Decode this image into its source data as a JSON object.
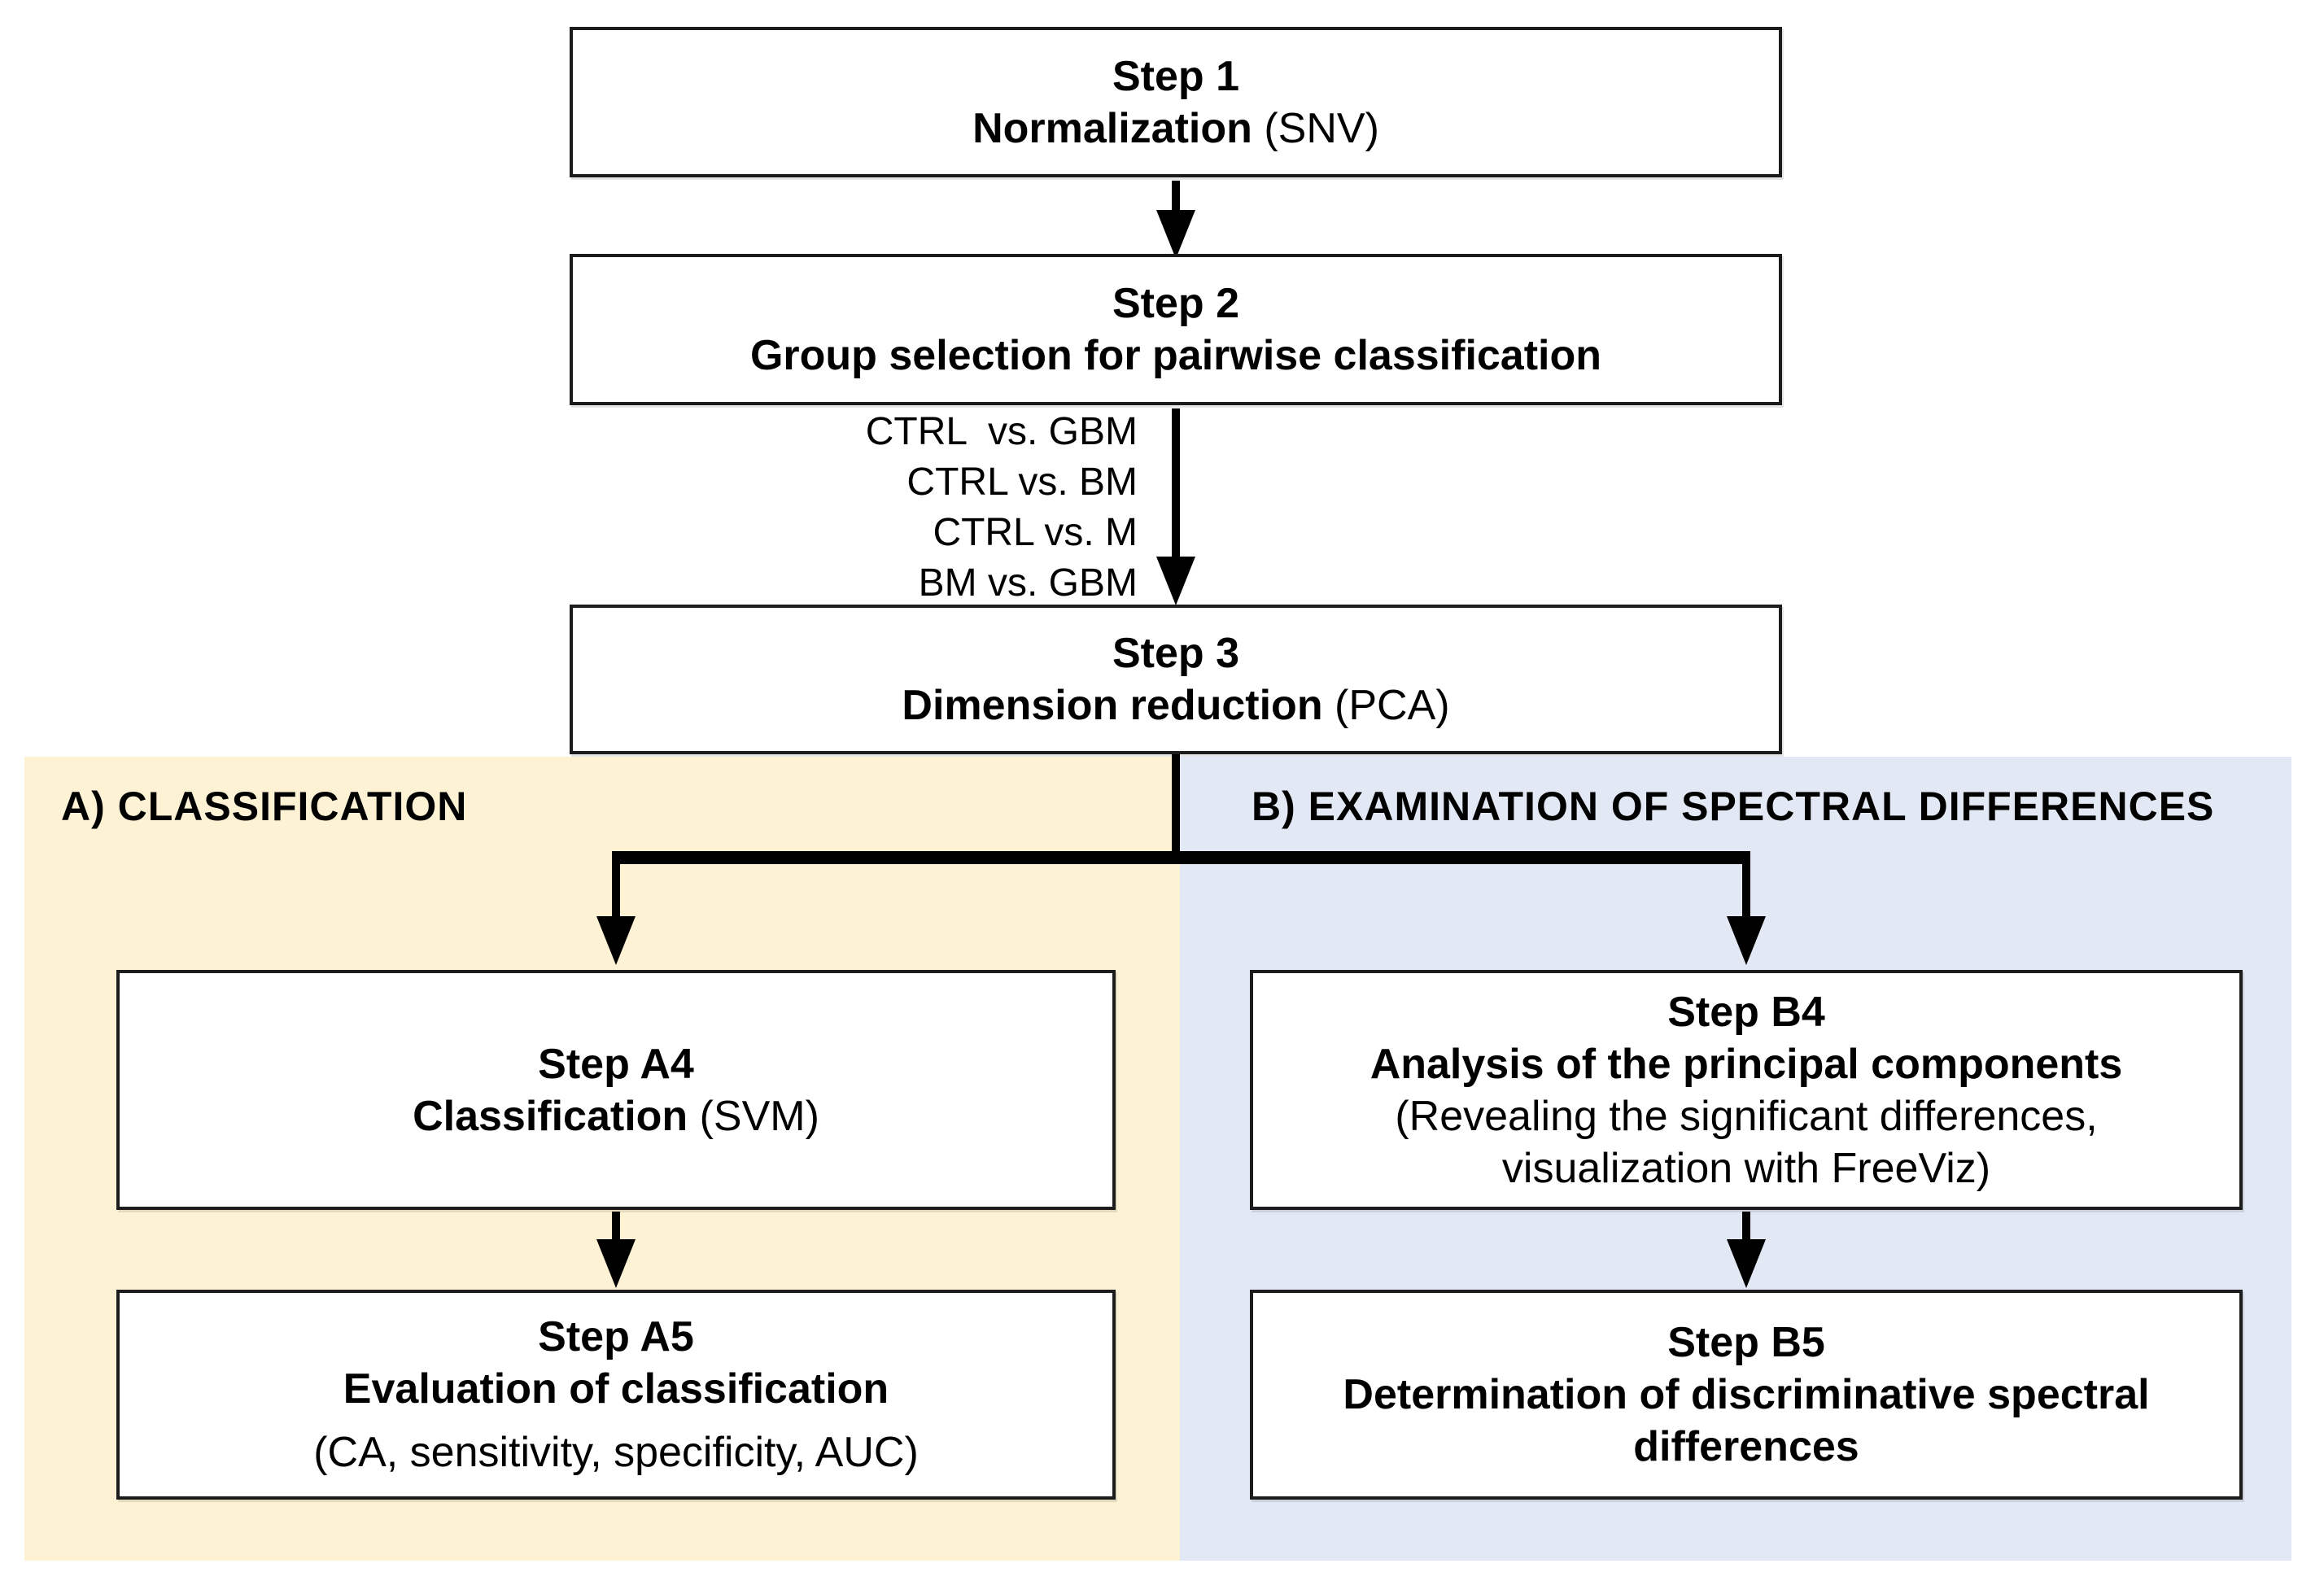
{
  "panels": {
    "a": {
      "label": "A) CLASSIFICATION"
    },
    "b": {
      "label": "B) EXAMINATION OF SPECTRAL DIFFERENCES"
    }
  },
  "steps": {
    "s1": {
      "title": "Step 1",
      "main_bold": "Normalization",
      "main_normal": " (SNV)"
    },
    "s2": {
      "title": "Step 2",
      "main_bold": "Group selection for pairwise classification",
      "main_normal": ""
    },
    "s3": {
      "title": "Step 3",
      "main_bold": "Dimension reduction",
      "main_normal": " (PCA)"
    },
    "a4": {
      "title": "Step A4",
      "main_bold": "Classification",
      "main_normal": " (SVM)"
    },
    "a5": {
      "title": "Step A5",
      "main_bold": "Evaluation of classification",
      "note": "(CA, sensitivity, specificity, AUC)"
    },
    "b4": {
      "title": "Step B4",
      "main_bold": "Analysis of the principal components",
      "note_line1": "(Revealing the significant differences,",
      "note_line2": "visualization with FreeViz)"
    },
    "b5": {
      "title": "Step B5",
      "main_bold": "Determination of discriminative spectral differences"
    }
  },
  "pairwise_comparisons": [
    "CTRL  vs. GBM",
    "CTRL vs. BM",
    "CTRL vs. M",
    "BM vs. GBM"
  ],
  "colors": {
    "panel_a_bg": "#FDF2D4",
    "panel_b_bg": "#E2E9F4",
    "line": "#000000",
    "box_border": "#1C1C1C"
  }
}
